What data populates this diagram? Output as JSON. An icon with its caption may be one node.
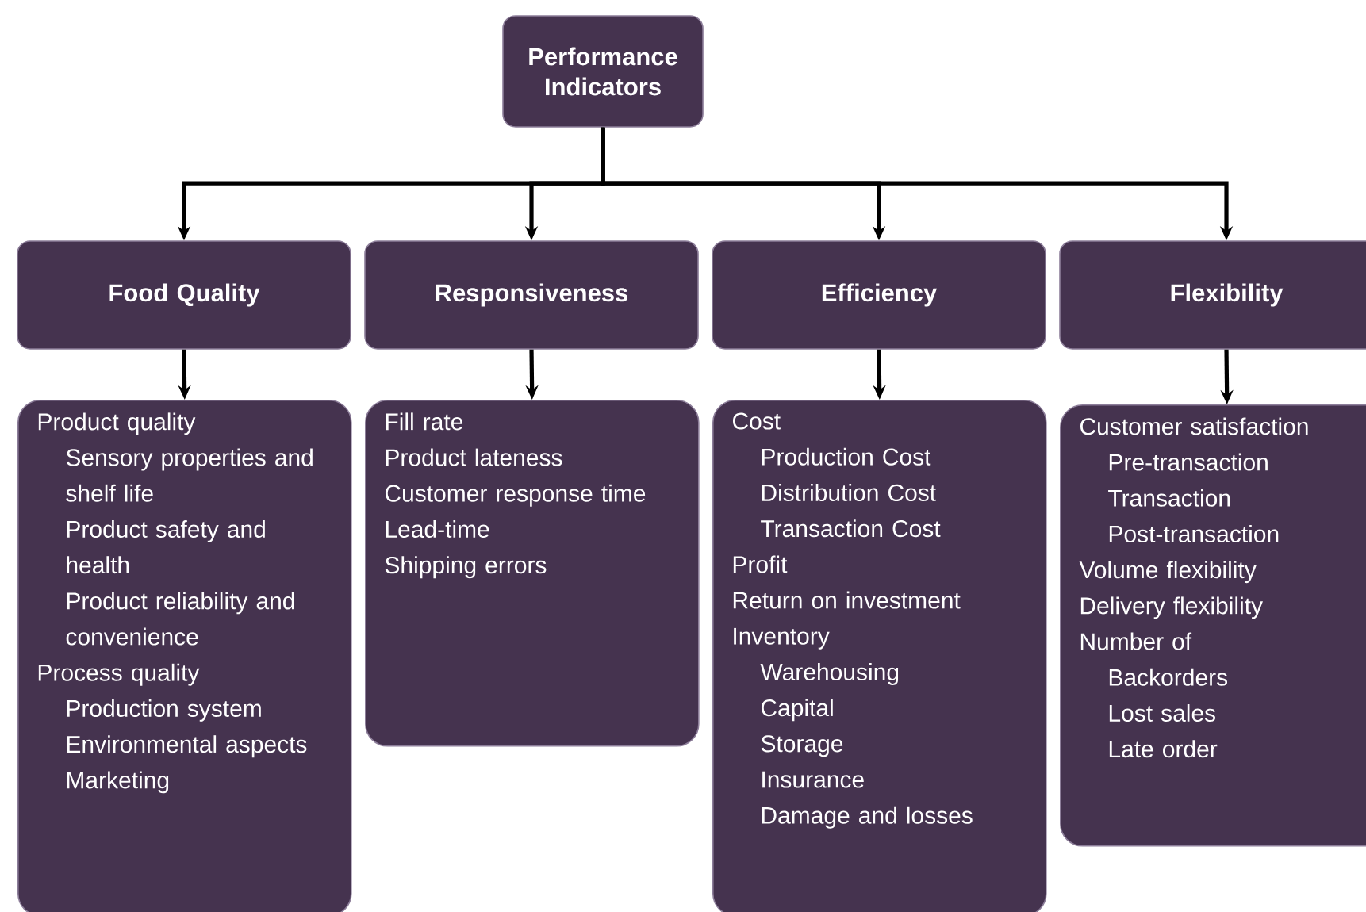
{
  "diagram": {
    "nodes": [
      {
        "text": [
          "Performance Indicators"
        ]
      },
      {
        "text": [
          "Food Quality"
        ]
      },
      {
        "text": [
          "Responsiveness"
        ]
      },
      {
        "text": [
          "Efficiency"
        ]
      },
      {
        "text": [
          "Flexibility"
        ]
      },
      {
        "text": [
          "Product quality",
          "Sensory properties and shelf life",
          "Product safety and health",
          "Product reliability and convenience",
          "Process quality",
          "Production system",
          "Environmental aspects",
          "Marketing"
        ]
      },
      {
        "text": [
          "Fill rate",
          "Product lateness",
          "Customer response time",
          "Lead-time",
          "Shipping errors"
        ]
      },
      {
        "text": [
          "Cost",
          "Production Cost",
          "Distribution Cost",
          "Transaction Cost",
          "Profit",
          "Return on investment",
          "Inventory",
          "Warehousing",
          "Capital",
          "Storage",
          "Insurance",
          "Damage and losses"
        ]
      },
      {
        "text": [
          "Customer satisfaction",
          "Pre-transaction",
          "Transaction",
          "Post-transaction",
          "Volume flexibility",
          "Delivery flexibility",
          "Number of",
          "Backorders",
          "Lost sales",
          "Late order"
        ]
      }
    ],
    "edges": [
      {
        "from": 0,
        "to": 1,
        "arrow": "to"
      },
      {
        "from": 0,
        "to": 2,
        "arrow": "to"
      },
      {
        "from": 0,
        "to": 3,
        "arrow": "to"
      },
      {
        "from": 0,
        "to": 4,
        "arrow": "to"
      },
      {
        "from": 1,
        "to": 5,
        "arrow": "to"
      },
      {
        "from": 2,
        "to": 6,
        "arrow": "to"
      },
      {
        "from": 3,
        "to": 7,
        "arrow": "to"
      },
      {
        "from": 4,
        "to": 8,
        "arrow": "to"
      }
    ]
  }
}
